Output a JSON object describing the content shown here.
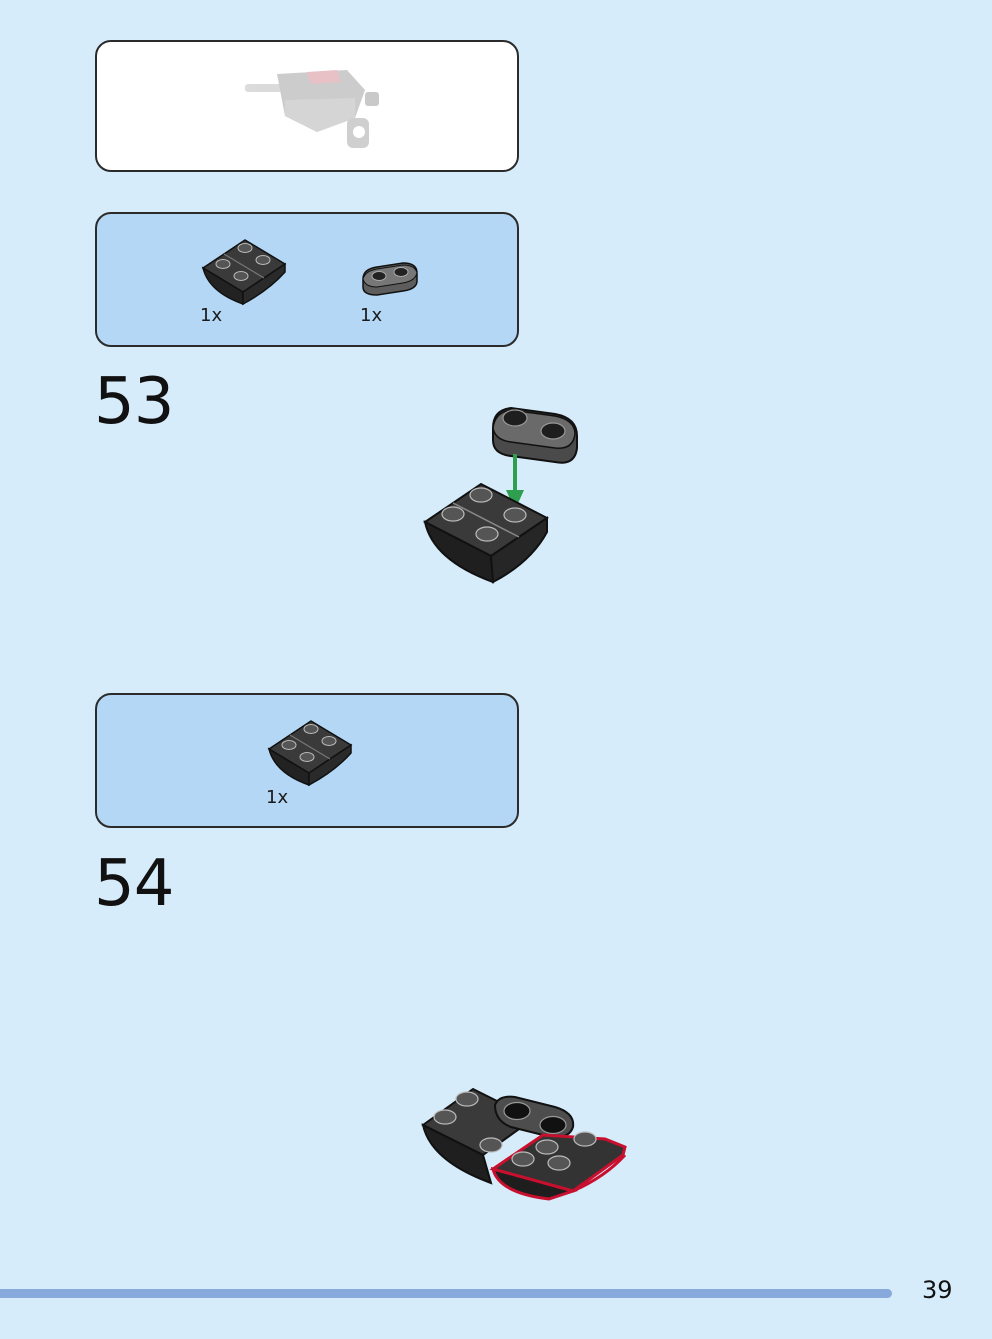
{
  "step53": {
    "number": "53",
    "parts": [
      {
        "qty": "1x",
        "icon": "inverted-slope-2x2-black-icon"
      },
      {
        "qty": "1x",
        "icon": "plate-1x2-rounded-dark-grey-icon"
      }
    ]
  },
  "step54": {
    "number": "54",
    "parts": [
      {
        "qty": "1x",
        "icon": "inverted-slope-2x2-black-icon"
      }
    ]
  },
  "page_number": "39",
  "colors": {
    "page_bg": "#d6ecfb",
    "parts_panel_bg": "#b3d7f4",
    "arrow": "#2e9e4f",
    "highlight": "#c8102e",
    "footer_bar": "#88a9dc"
  }
}
